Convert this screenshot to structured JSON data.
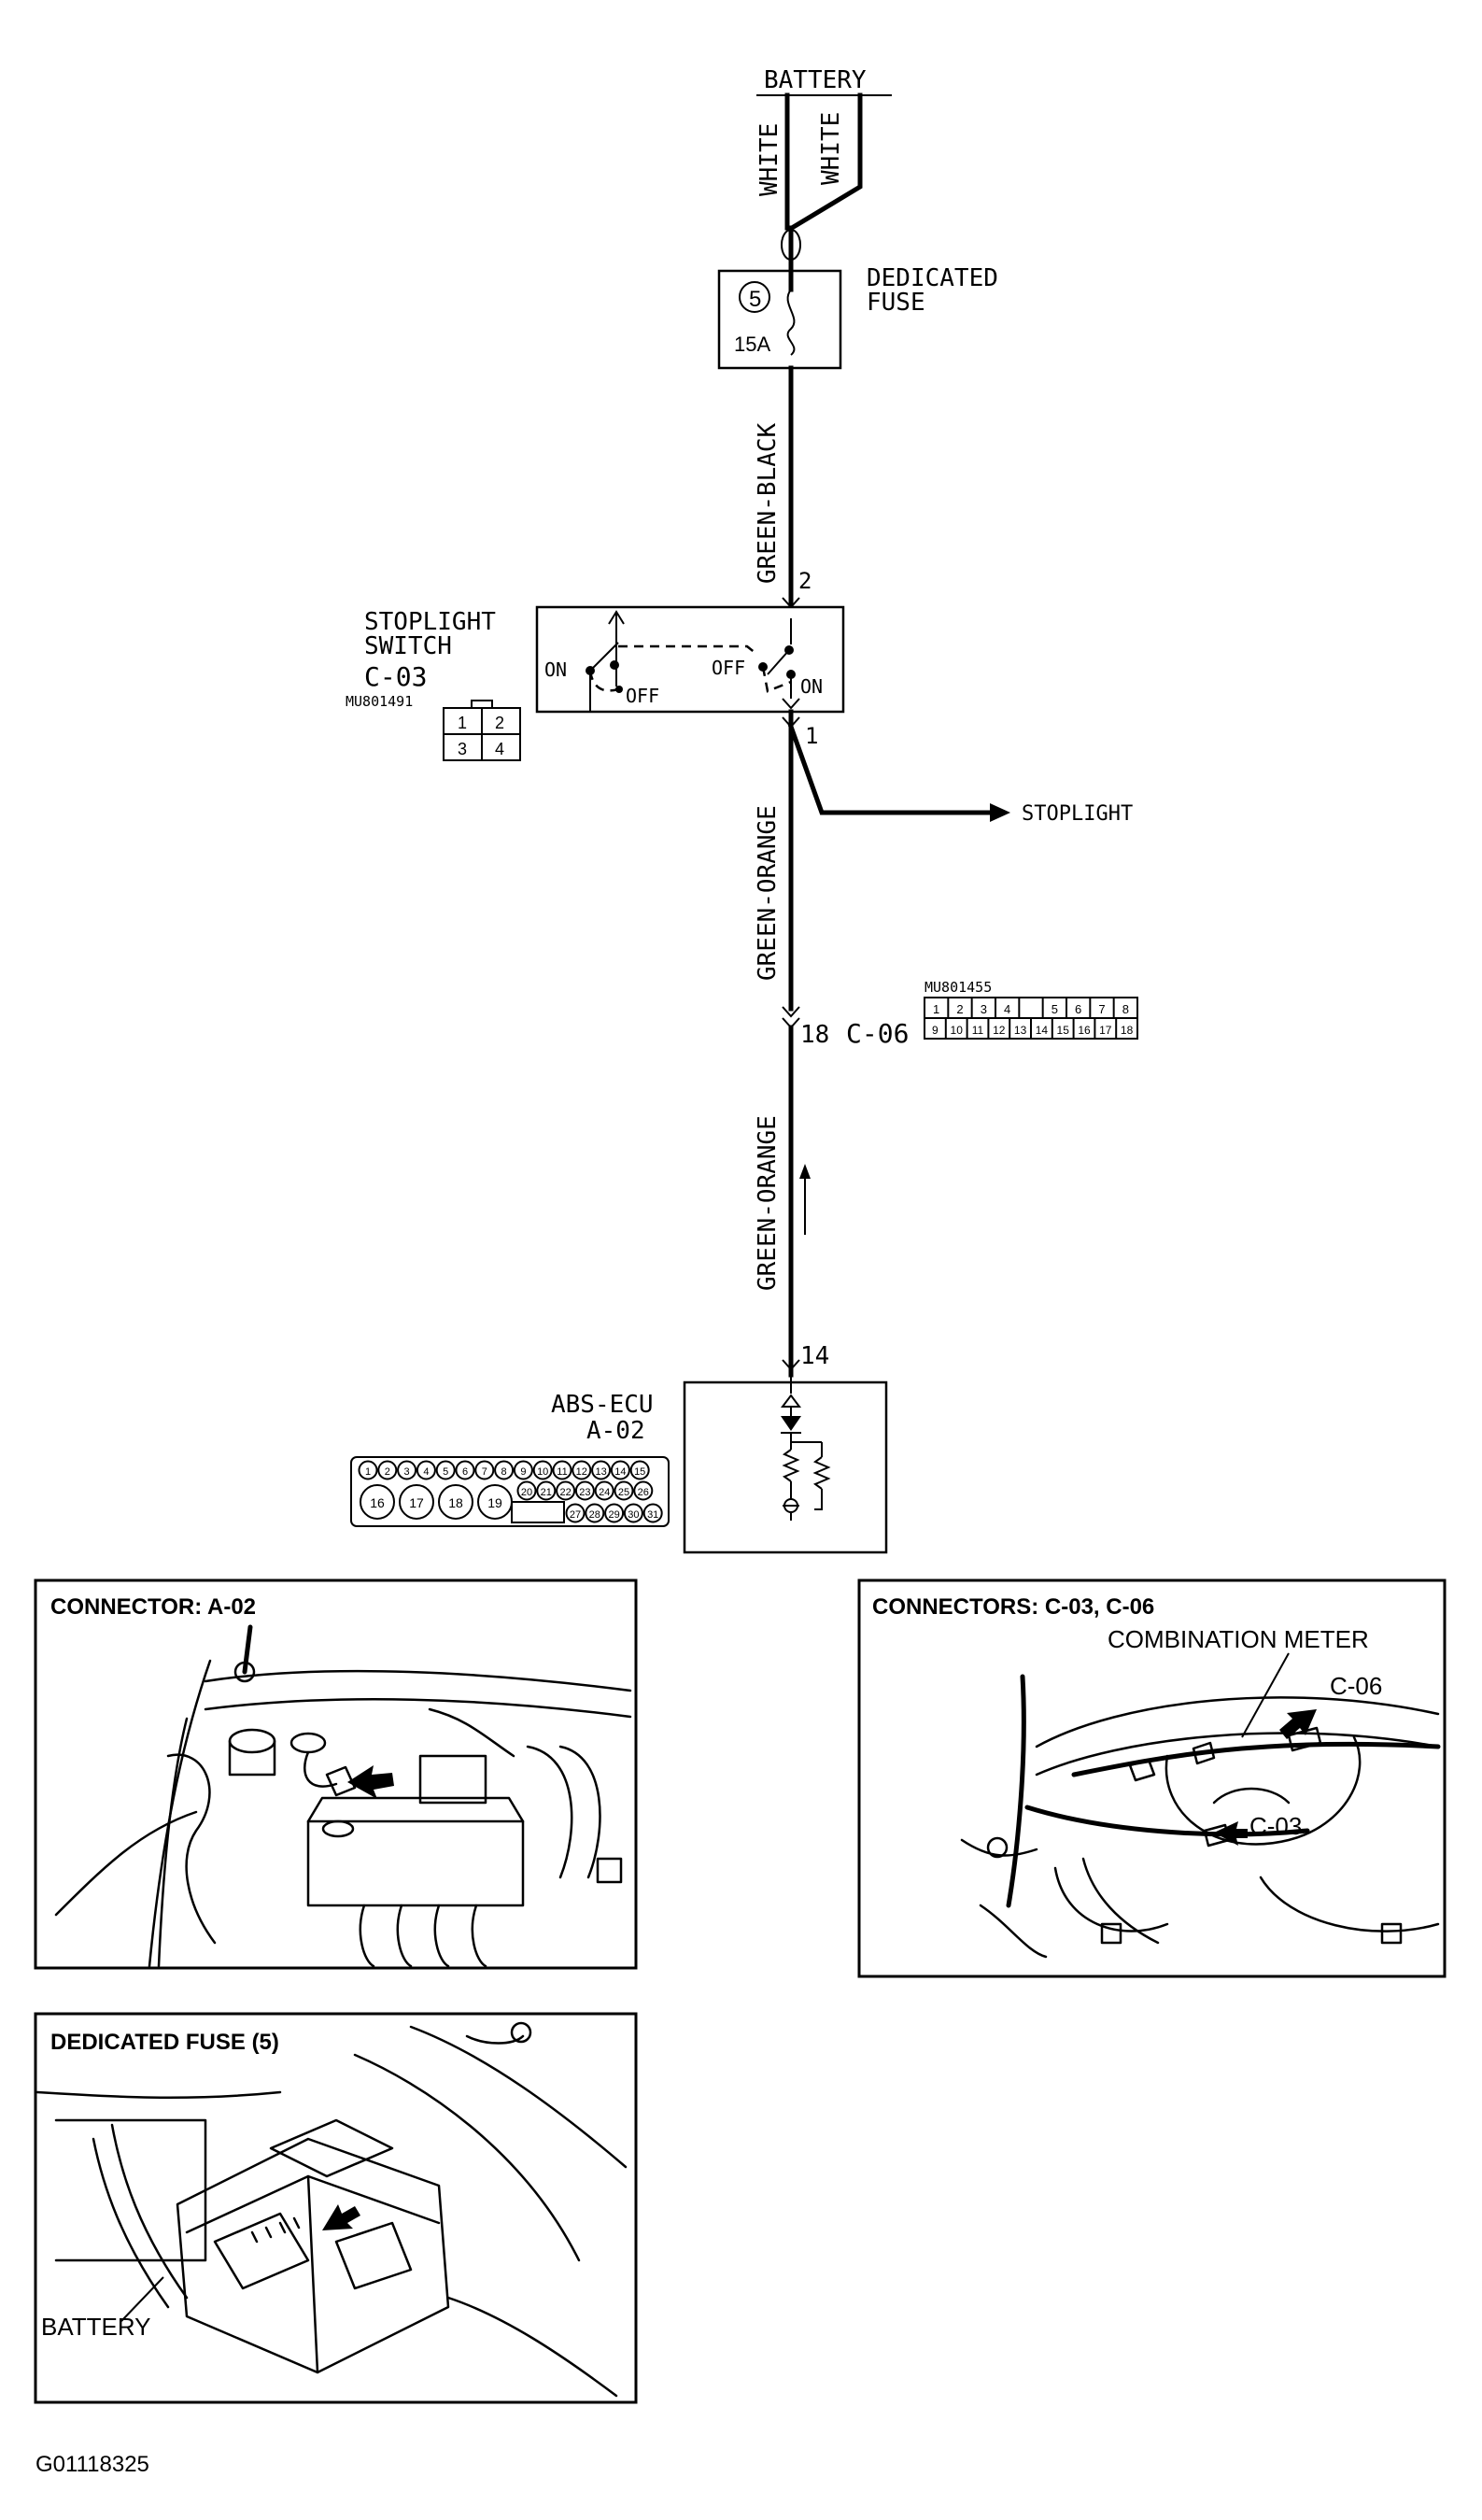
{
  "schematic": {
    "battery_label": "BATTERY",
    "wire_white_left": "WHITE",
    "wire_white_right": "WHITE",
    "fuse": {
      "label_line1": "DEDICATED",
      "label_line2": "FUSE",
      "number": "5",
      "rating": "15A"
    },
    "wire_green_black": "GREEN-BLACK",
    "stoplight_switch": {
      "label_line1": "STOPLIGHT",
      "label_line2": "SWITCH",
      "label_line3": "C-03",
      "part_no": "MU801491",
      "pin_top": "2",
      "pin_bottom": "1",
      "on_left": "ON",
      "off_left": "OFF",
      "off_right": "OFF",
      "on_right": "ON",
      "connector_pins": [
        "1",
        "2",
        "3",
        "4"
      ]
    },
    "stoplight_label": "STOPLIGHT",
    "wire_green_orange_1": "GREEN-ORANGE",
    "junction": {
      "pin": "18",
      "name": "C-06",
      "part_no": "MU801455",
      "connector_row1": [
        "1",
        "2",
        "3",
        "4",
        "",
        "5",
        "6",
        "7",
        "8"
      ],
      "connector_row2": [
        "9",
        "10",
        "11",
        "12",
        "13",
        "14",
        "15",
        "16",
        "17",
        "18"
      ]
    },
    "wire_green_orange_2": "GREEN-ORANGE",
    "abs_ecu": {
      "label_line1": "ABS-ECU",
      "label_line2": "A-02",
      "pin": "14",
      "connector_row1": [
        "1",
        "2",
        "3",
        "4",
        "5",
        "6",
        "7",
        "8",
        "9",
        "10",
        "11",
        "12",
        "13",
        "14",
        "15"
      ],
      "connector_big": [
        "16",
        "17",
        "18",
        "19"
      ],
      "connector_row2": [
        "20",
        "21",
        "22",
        "23",
        "24",
        "25",
        "26"
      ],
      "connector_row3": [
        "27",
        "28",
        "29",
        "30",
        "31"
      ]
    }
  },
  "panels": {
    "connector_a02": {
      "title": "CONNECTOR: A-02"
    },
    "connectors_c03_c06": {
      "title": "CONNECTORS: C-03, C-06",
      "callout_meter": "COMBINATION METER",
      "callout_c06": "C-06",
      "callout_c03": "C-03"
    },
    "dedicated_fuse": {
      "title": "DEDICATED FUSE (5)",
      "callout_battery": "BATTERY"
    }
  },
  "figure_id": "G01118325"
}
